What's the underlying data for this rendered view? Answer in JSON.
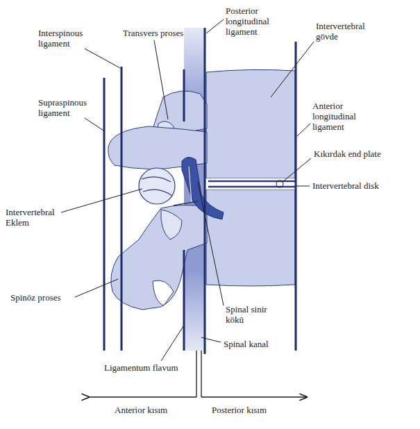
{
  "diagram": {
    "labels": [
      "Interspinous ligament",
      "Transvers proses",
      "Posterior longitudinal ligament",
      "Intervertebral gövde",
      "Supraspinous ligament",
      "Anterior longitudinal ligament",
      "Kıkırdak end plate",
      "Intervertebral disk",
      "Intervertebral Eklem",
      "Spinöz proses",
      "Spinal sinir kökü",
      "Spinal kanal",
      "Ligamentum flavum",
      "Anterior kısım",
      "Posterior kısım"
    ]
  }
}
